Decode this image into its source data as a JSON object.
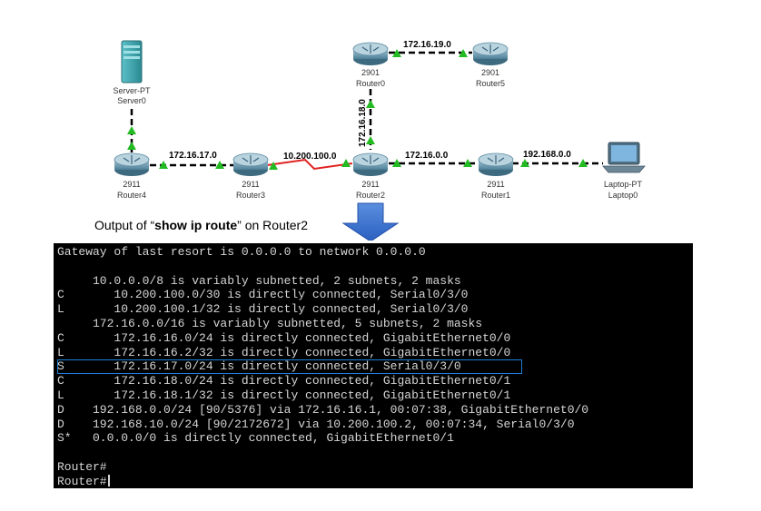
{
  "devices": [
    {
      "id": "server0",
      "model": "Server-PT",
      "name": "Server0",
      "kind": "server"
    },
    {
      "id": "router4",
      "model": "2911",
      "name": "Router4",
      "kind": "router"
    },
    {
      "id": "router3",
      "model": "2911",
      "name": "Router3",
      "kind": "router"
    },
    {
      "id": "router2",
      "model": "2911",
      "name": "Router2",
      "kind": "router"
    },
    {
      "id": "router0",
      "model": "2901",
      "name": "Router0",
      "kind": "router"
    },
    {
      "id": "router5",
      "model": "2901",
      "name": "Router5",
      "kind": "router"
    },
    {
      "id": "router1",
      "model": "2911",
      "name": "Router1",
      "kind": "router"
    },
    {
      "id": "laptop0",
      "model": "Laptop-PT",
      "name": "Laptop0",
      "kind": "laptop"
    }
  ],
  "links": [
    {
      "from": "server0",
      "to": "router4",
      "label": "",
      "type": "ethernet"
    },
    {
      "from": "router4",
      "to": "router3",
      "label": "172.16.17.0",
      "type": "ethernet"
    },
    {
      "from": "router3",
      "to": "router2",
      "label": "10.200.100.0",
      "type": "serial"
    },
    {
      "from": "router2",
      "to": "router0",
      "label": "172.16.18.0",
      "type": "ethernet"
    },
    {
      "from": "router0",
      "to": "router5",
      "label": "172.16.19.0",
      "type": "ethernet"
    },
    {
      "from": "router2",
      "to": "router1",
      "label": "172.16.0.0",
      "type": "ethernet"
    },
    {
      "from": "router1",
      "to": "laptop0",
      "label": "192.168.0.0",
      "type": "ethernet"
    }
  ],
  "caption": {
    "prefix": "Output of “",
    "command": "show ip route",
    "suffix": "”  on Router2"
  },
  "terminal": {
    "highlight_index": 8,
    "lines": [
      "Gateway of last resort is 0.0.0.0 to network 0.0.0.0",
      "",
      "     10.0.0.0/8 is variably subnetted, 2 subnets, 2 masks",
      "C       10.200.100.0/30 is directly connected, Serial0/3/0",
      "L       10.200.100.1/32 is directly connected, Serial0/3/0",
      "     172.16.0.0/16 is variably subnetted, 5 subnets, 2 masks",
      "C       172.16.16.0/24 is directly connected, GigabitEthernet0/0",
      "L       172.16.16.2/32 is directly connected, GigabitEthernet0/0",
      "S       172.16.17.0/24 is directly connected, Serial0/3/0",
      "C       172.16.18.0/24 is directly connected, GigabitEthernet0/1",
      "L       172.16.18.1/32 is directly connected, GigabitEthernet0/1",
      "D    192.168.0.0/24 [90/5376] via 172.16.16.1, 00:07:38, GigabitEthernet0/0",
      "D    192.168.10.0/24 [90/2172672] via 10.200.100.2, 00:07:34, Serial0/3/0",
      "S*   0.0.0.0/0 is directly connected, GigabitEthernet0/1",
      "",
      "Router#",
      "Router#"
    ]
  },
  "colors": {
    "link": "#000000",
    "serial_link": "#e02020",
    "port_indicator": "#22bb22",
    "highlight_box": "#1e7fd6",
    "arrow": "#2f6fd1",
    "router_body": "#5e8fa6",
    "server_body": "#3aa0a8",
    "terminal_bg": "#000000",
    "terminal_text": "#d6d6d6"
  }
}
